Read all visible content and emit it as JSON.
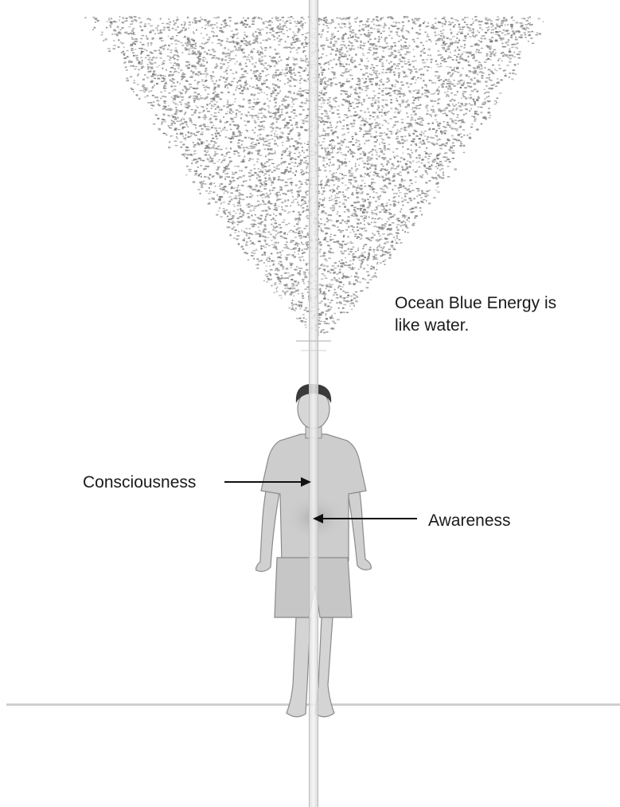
{
  "annotations": {
    "ocean_line1": "Ocean Blue Energy is",
    "ocean_line2": "like water.",
    "consciousness": "Consciousness",
    "awareness": "Awareness"
  },
  "colors": {
    "background": "#ffffff",
    "vortex_particles": "#8f8f8f",
    "axis_line": "#c9c9c9",
    "figure_body": "#cfcfcf",
    "figure_outline": "#8a8a8a",
    "hair": "#3a3a3a",
    "arrows": "#111111"
  },
  "icons": [
    "energy-vortex",
    "human-figure",
    "vertical-axis",
    "ground-line"
  ]
}
